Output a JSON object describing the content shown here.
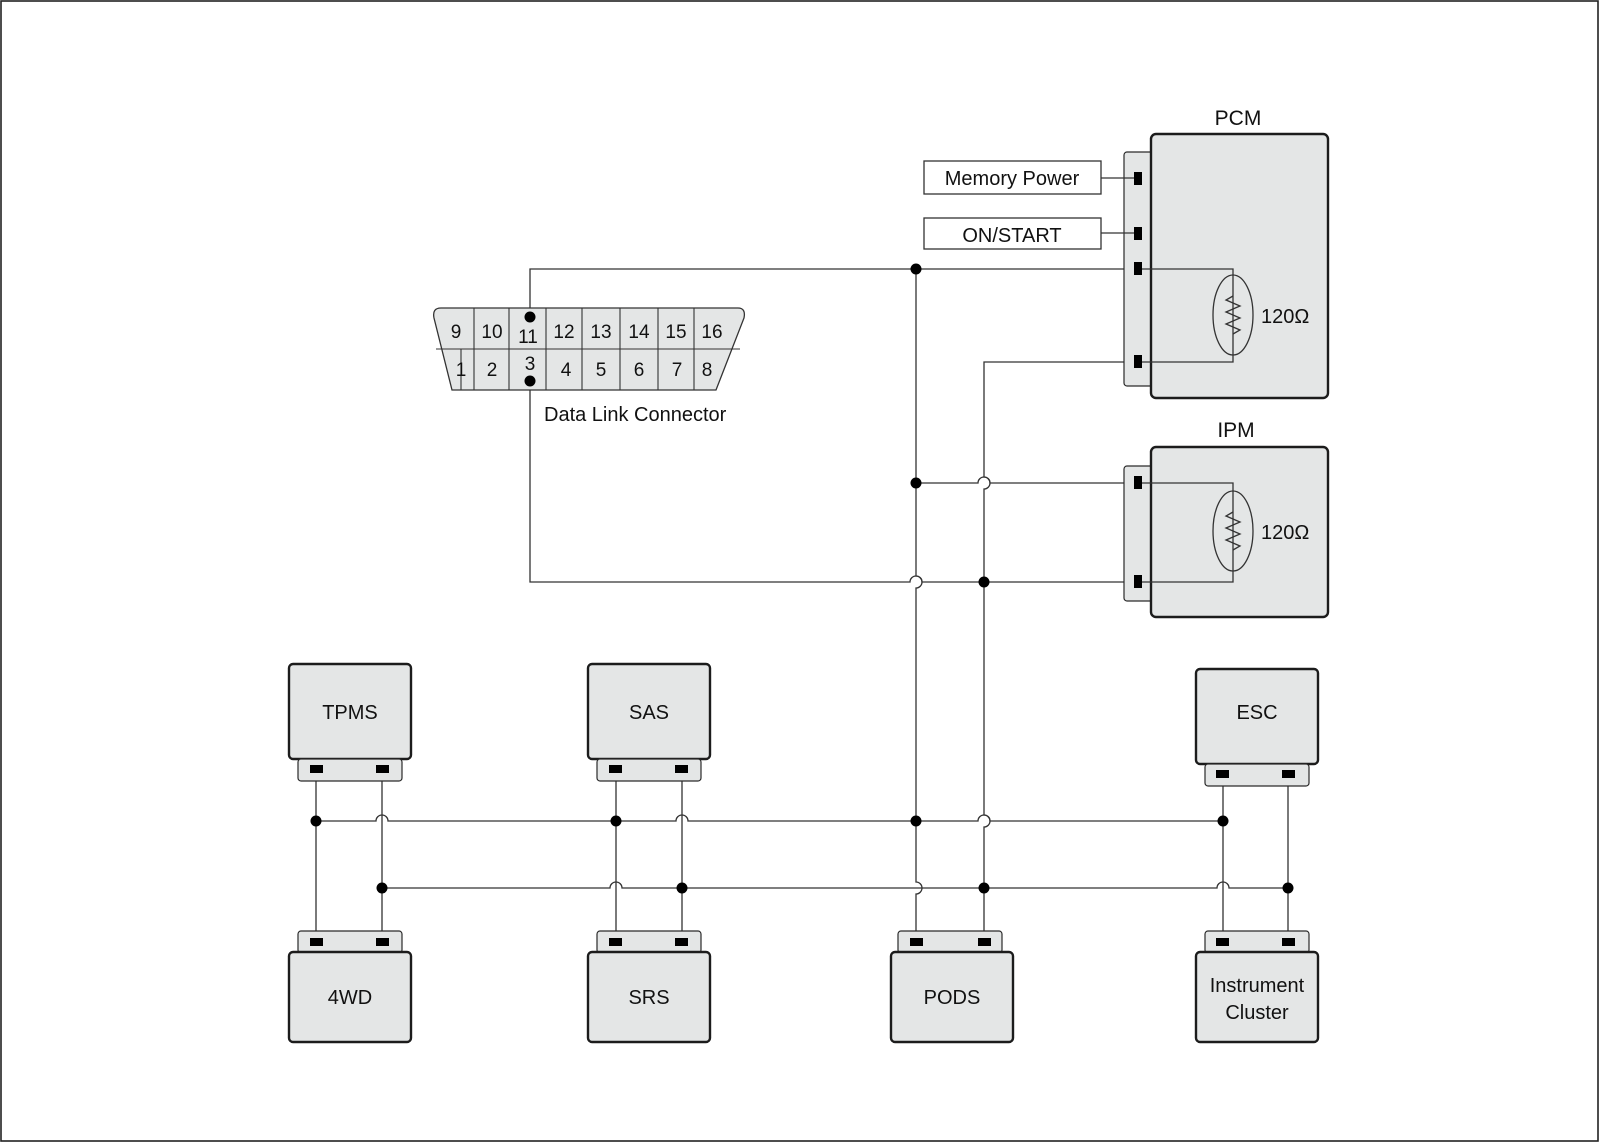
{
  "modules": {
    "pcm": {
      "title": "PCM",
      "resistor": "120Ω"
    },
    "ipm": {
      "title": "IPM",
      "resistor": "120Ω"
    },
    "tpms": "TPMS",
    "sas": "SAS",
    "esc": "ESC",
    "fourwd": "4WD",
    "srs": "SRS",
    "pods": "PODS",
    "cluster": {
      "line1": "Instrument",
      "line2": "Cluster"
    }
  },
  "inputs": {
    "memory_power": "Memory Power",
    "on_start": "ON/START"
  },
  "dlc": {
    "label": "Data Link Connector",
    "top_pins": [
      "9",
      "10",
      "11",
      "12",
      "13",
      "14",
      "15",
      "16"
    ],
    "bottom_pins": [
      "1",
      "2",
      "3",
      "4",
      "5",
      "6",
      "7",
      "8"
    ]
  }
}
